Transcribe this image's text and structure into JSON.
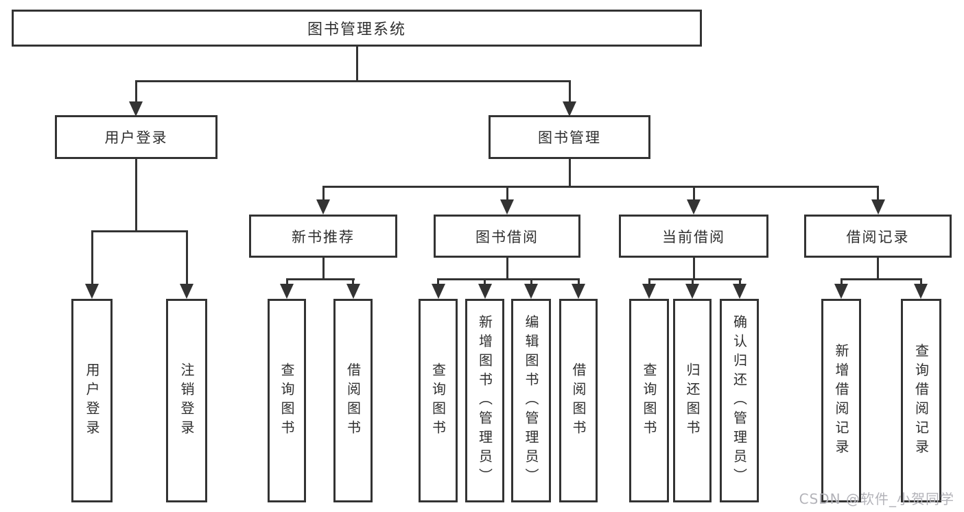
{
  "colors": {
    "line": "#333333",
    "text": "#2f2f2f",
    "background": "#ffffff",
    "watermark": "#b3b3b9"
  },
  "watermark": "CSDN @软件_小贺同学",
  "tree": {
    "root": {
      "label": "图书管理系统",
      "children": [
        {
          "label": "用户登录",
          "children": [
            {
              "label": "用户登录"
            },
            {
              "label": "注销登录"
            }
          ]
        },
        {
          "label": "图书管理",
          "children": [
            {
              "label": "新书推荐",
              "children": [
                {
                  "label": "查询图书"
                },
                {
                  "label": "借阅图书"
                }
              ]
            },
            {
              "label": "图书借阅",
              "children": [
                {
                  "label": "查询图书"
                },
                {
                  "label": "新增图书（管理员）"
                },
                {
                  "label": "编辑图书（管理员）"
                },
                {
                  "label": "借阅图书"
                }
              ]
            },
            {
              "label": "当前借阅",
              "children": [
                {
                  "label": "查询图书"
                },
                {
                  "label": "归还图书"
                },
                {
                  "label": "确认归还（管理员）"
                }
              ]
            },
            {
              "label": "借阅记录",
              "children": [
                {
                  "label": "新增借阅记录"
                },
                {
                  "label": "查询借阅记录"
                }
              ]
            }
          ]
        }
      ]
    }
  }
}
